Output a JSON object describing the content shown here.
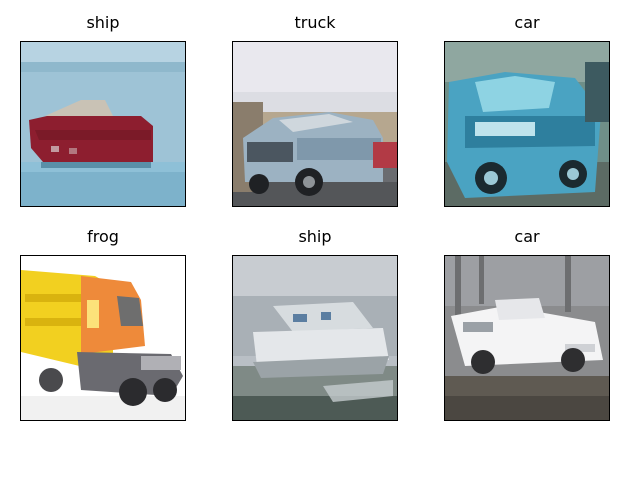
{
  "grid": {
    "rows": 2,
    "cols": 3,
    "panels": [
      {
        "id": "ship-1",
        "title": "ship",
        "description": "red ship on blue water"
      },
      {
        "id": "truck-1",
        "title": "truck",
        "description": "grey-blue pickup truck on road"
      },
      {
        "id": "car-1",
        "title": "car",
        "description": "teal vintage car with open hood"
      },
      {
        "id": "frog-1",
        "title": "frog",
        "description": "orange and yellow delivery truck on white background"
      },
      {
        "id": "ship-2",
        "title": "ship",
        "description": "white boat on grey water"
      },
      {
        "id": "car-2",
        "title": "car",
        "description": "white pickup truck among trees"
      }
    ]
  }
}
